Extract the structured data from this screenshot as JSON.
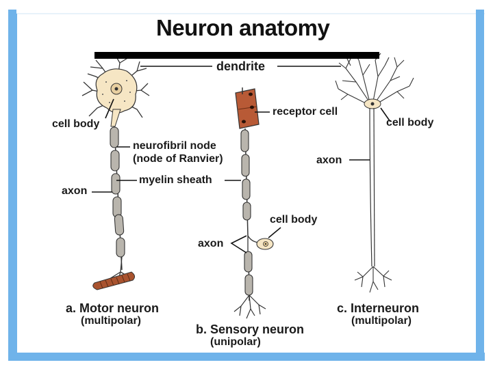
{
  "title": "Neuron anatomy",
  "colors": {
    "frame_blue": "#6fb3ea",
    "cell_body_fill": "#f6e6c4",
    "axon_fill": "#b9b5ad",
    "receptor_fill": "#b85a36",
    "muscle_fill": "#a9532f",
    "line": "#222222"
  },
  "labels": {
    "dendrite": "dendrite",
    "cell_body_left": "cell body",
    "neurofibril_node": "neurofibril node",
    "node_of_ranvier": "(node of Ranvier)",
    "myelin_sheath": "myelin sheath",
    "axon_left": "axon",
    "receptor_cell": "receptor cell",
    "cell_body_right": "cell body",
    "axon_right": "axon",
    "cell_body_mid": "cell body",
    "axon_mid": "axon"
  },
  "neurons": [
    {
      "name": "a. Motor neuron",
      "type": "(multipolar)"
    },
    {
      "name": "b. Sensory neuron",
      "type": "(unipolar)"
    },
    {
      "name": "c. Interneuron",
      "type": "(multipolar)"
    }
  ]
}
